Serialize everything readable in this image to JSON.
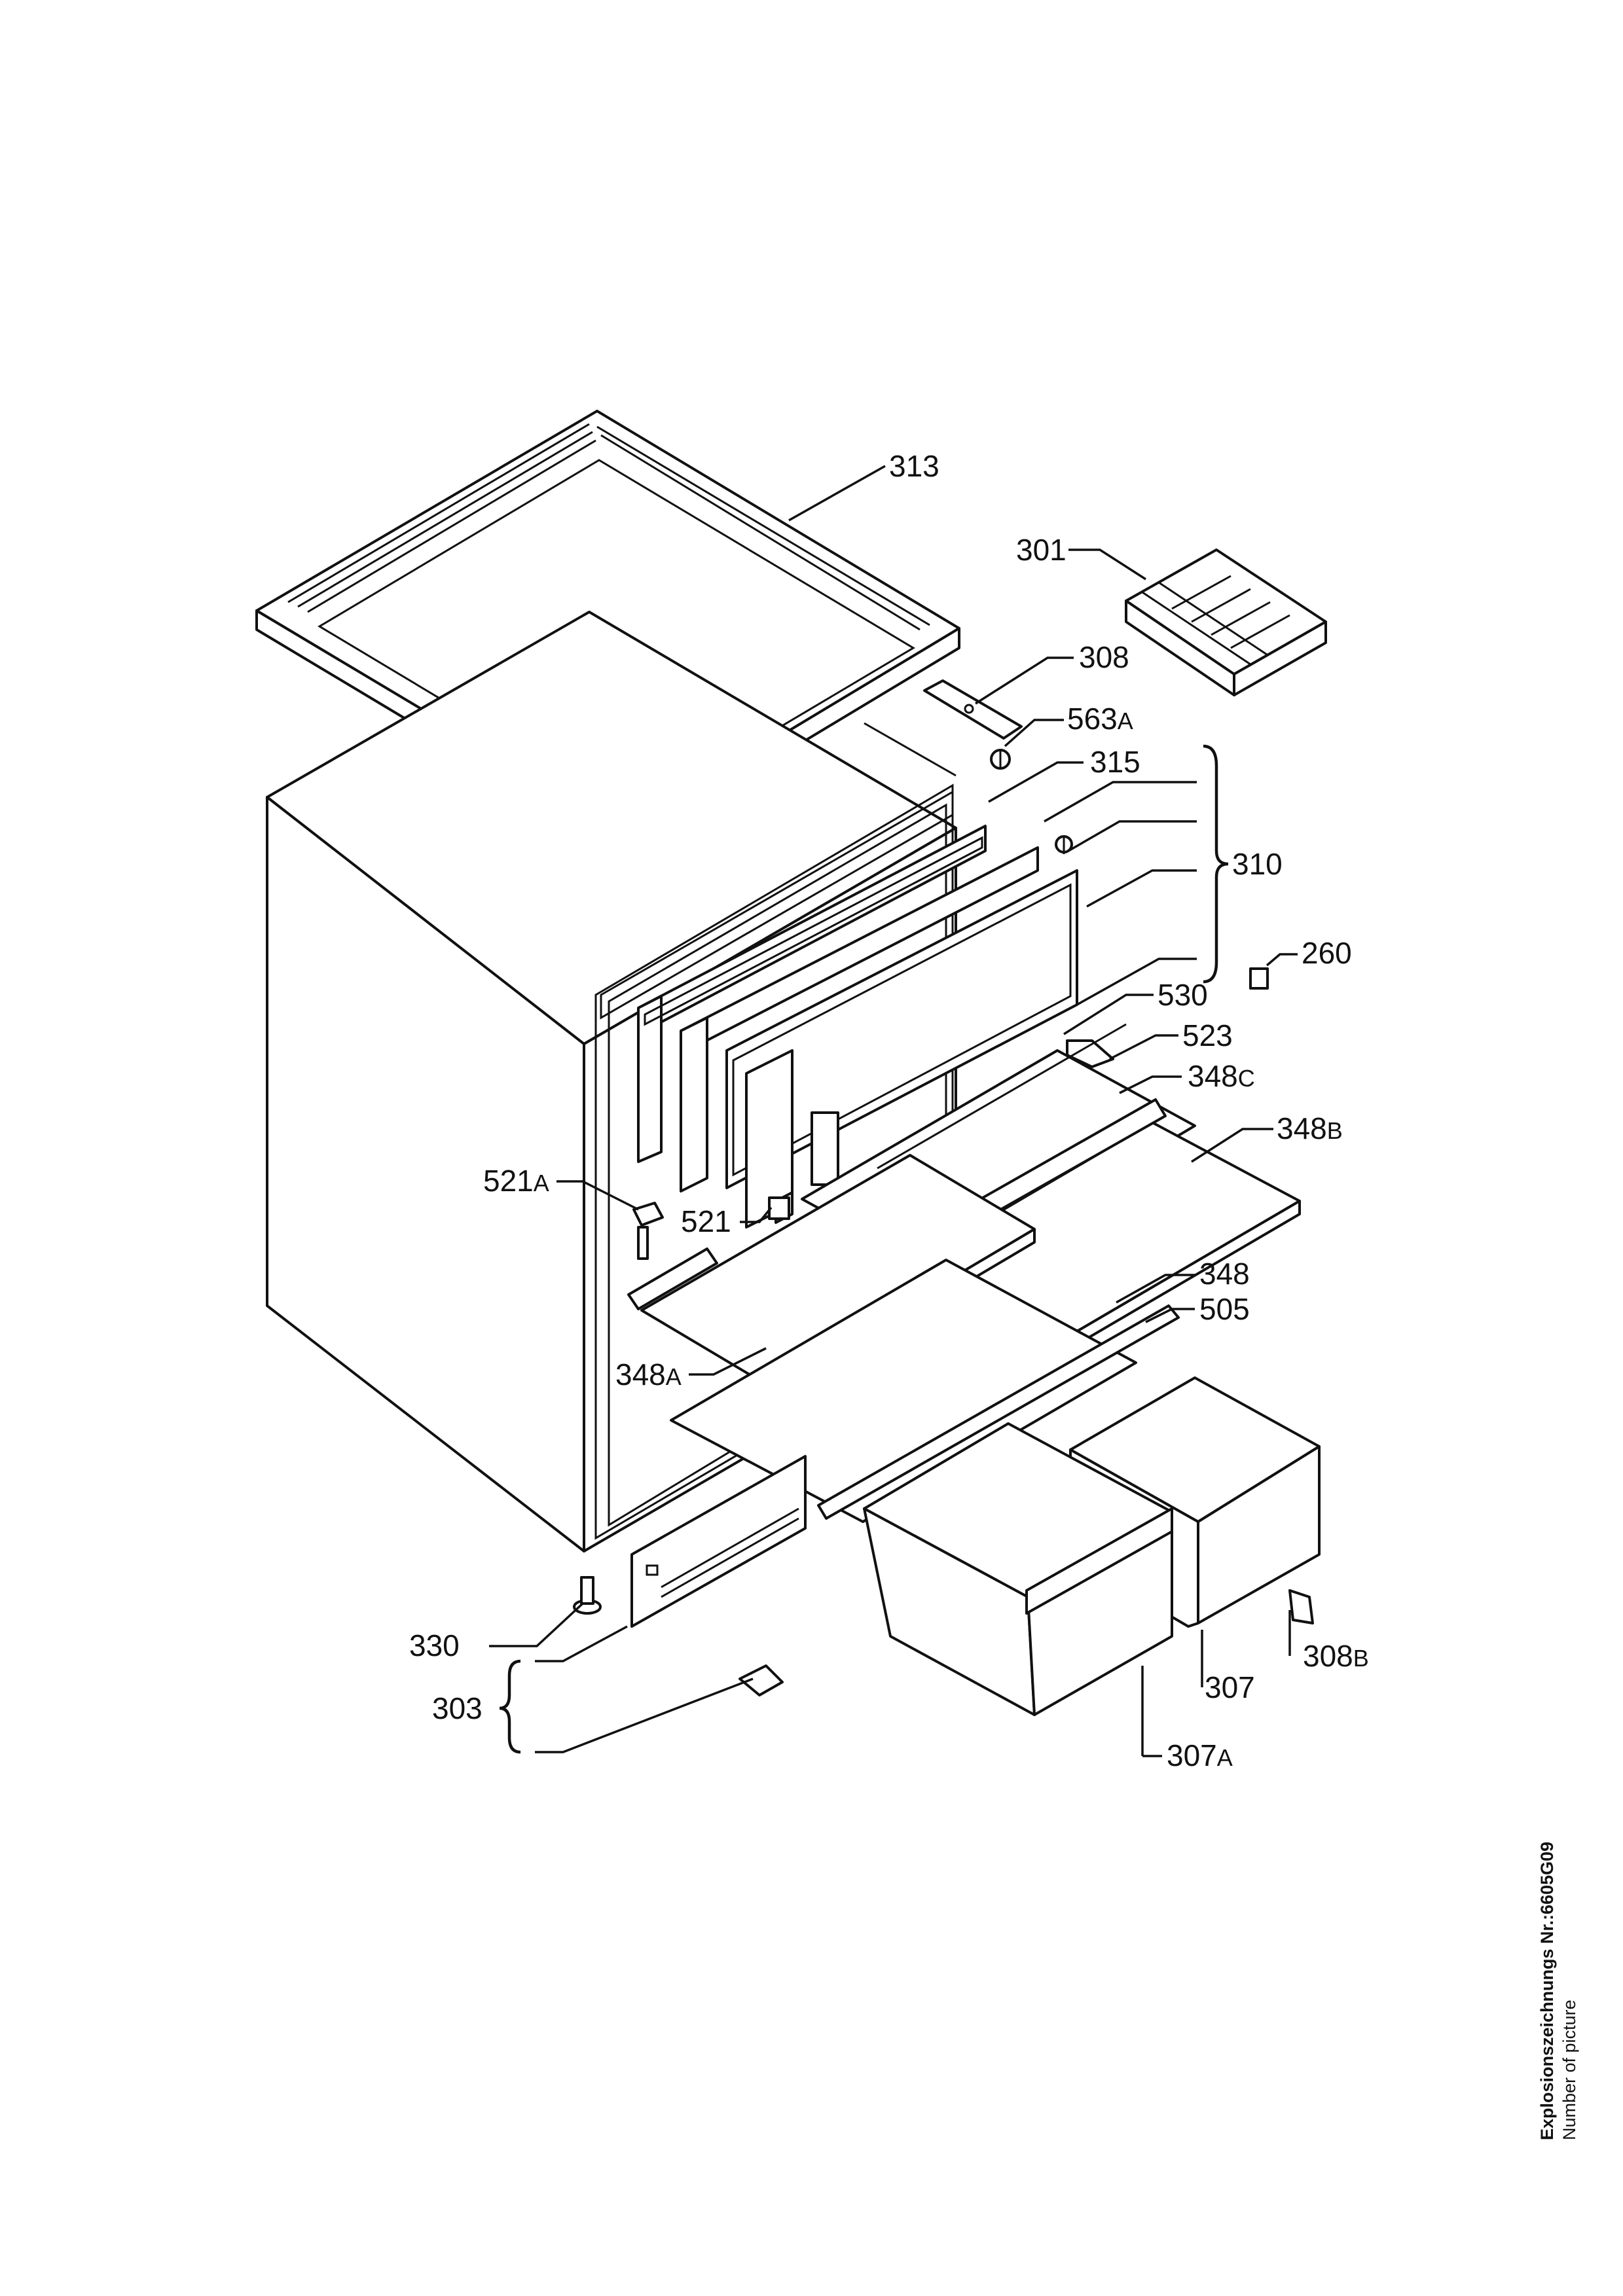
{
  "callouts": [
    {
      "id": "313",
      "num": "313",
      "suffix": ""
    },
    {
      "id": "301",
      "num": "301",
      "suffix": ""
    },
    {
      "id": "308",
      "num": "308",
      "suffix": ""
    },
    {
      "id": "563a",
      "num": "563",
      "suffix": "A"
    },
    {
      "id": "315",
      "num": "315",
      "suffix": ""
    },
    {
      "id": "310",
      "num": "310",
      "suffix": ""
    },
    {
      "id": "260",
      "num": "260",
      "suffix": ""
    },
    {
      "id": "530",
      "num": "530",
      "suffix": ""
    },
    {
      "id": "523",
      "num": "523",
      "suffix": ""
    },
    {
      "id": "348c",
      "num": "348",
      "suffix": "C"
    },
    {
      "id": "348b",
      "num": "348",
      "suffix": "B"
    },
    {
      "id": "521a",
      "num": "521",
      "suffix": "A"
    },
    {
      "id": "521",
      "num": "521",
      "suffix": ""
    },
    {
      "id": "348",
      "num": "348",
      "suffix": ""
    },
    {
      "id": "505",
      "num": "505",
      "suffix": ""
    },
    {
      "id": "348a",
      "num": "348",
      "suffix": "A"
    },
    {
      "id": "330",
      "num": "330",
      "suffix": ""
    },
    {
      "id": "303",
      "num": "303",
      "suffix": ""
    },
    {
      "id": "307",
      "num": "307",
      "suffix": ""
    },
    {
      "id": "308b",
      "num": "308",
      "suffix": "B"
    },
    {
      "id": "307a",
      "num": "307",
      "suffix": "A"
    }
  ],
  "footer": {
    "line1": "Explosionszeichnungs Nr.:6605G09",
    "line2": "Number of picture"
  }
}
